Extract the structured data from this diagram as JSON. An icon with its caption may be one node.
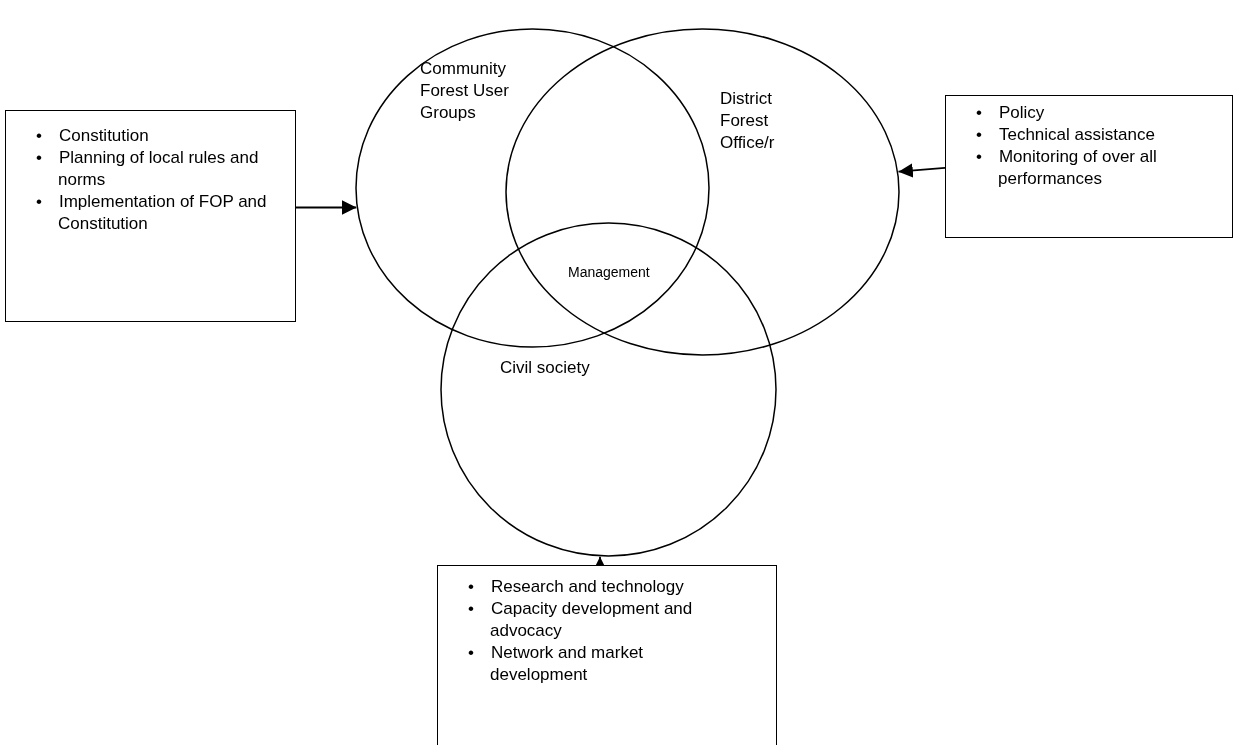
{
  "diagram": {
    "nodes": [
      {
        "text": [
          "• Constitution",
          "• Planning of local rules and norms",
          "• Implementation of FOP and Constitution"
        ]
      },
      {
        "text": [
          "Community Forest User Groups"
        ]
      },
      {
        "text": [
          "District Forest Office/r"
        ]
      },
      {
        "text": [
          "Civil society"
        ]
      },
      {
        "text": [
          "• Policy",
          "• Technical assistance",
          "• Monitoring of over all performances"
        ]
      },
      {
        "text": [
          "• Research and technology",
          "• Capacity development and advocacy",
          "• Network and market development"
        ]
      }
    ],
    "edges": [
      {
        "from": 0,
        "to": 1,
        "arrow": "to"
      },
      {
        "from": 4,
        "to": 2,
        "arrow": "to"
      },
      {
        "from": 5,
        "to": 3,
        "arrow": "to"
      }
    ],
    "labels": [
      "Management"
    ]
  }
}
